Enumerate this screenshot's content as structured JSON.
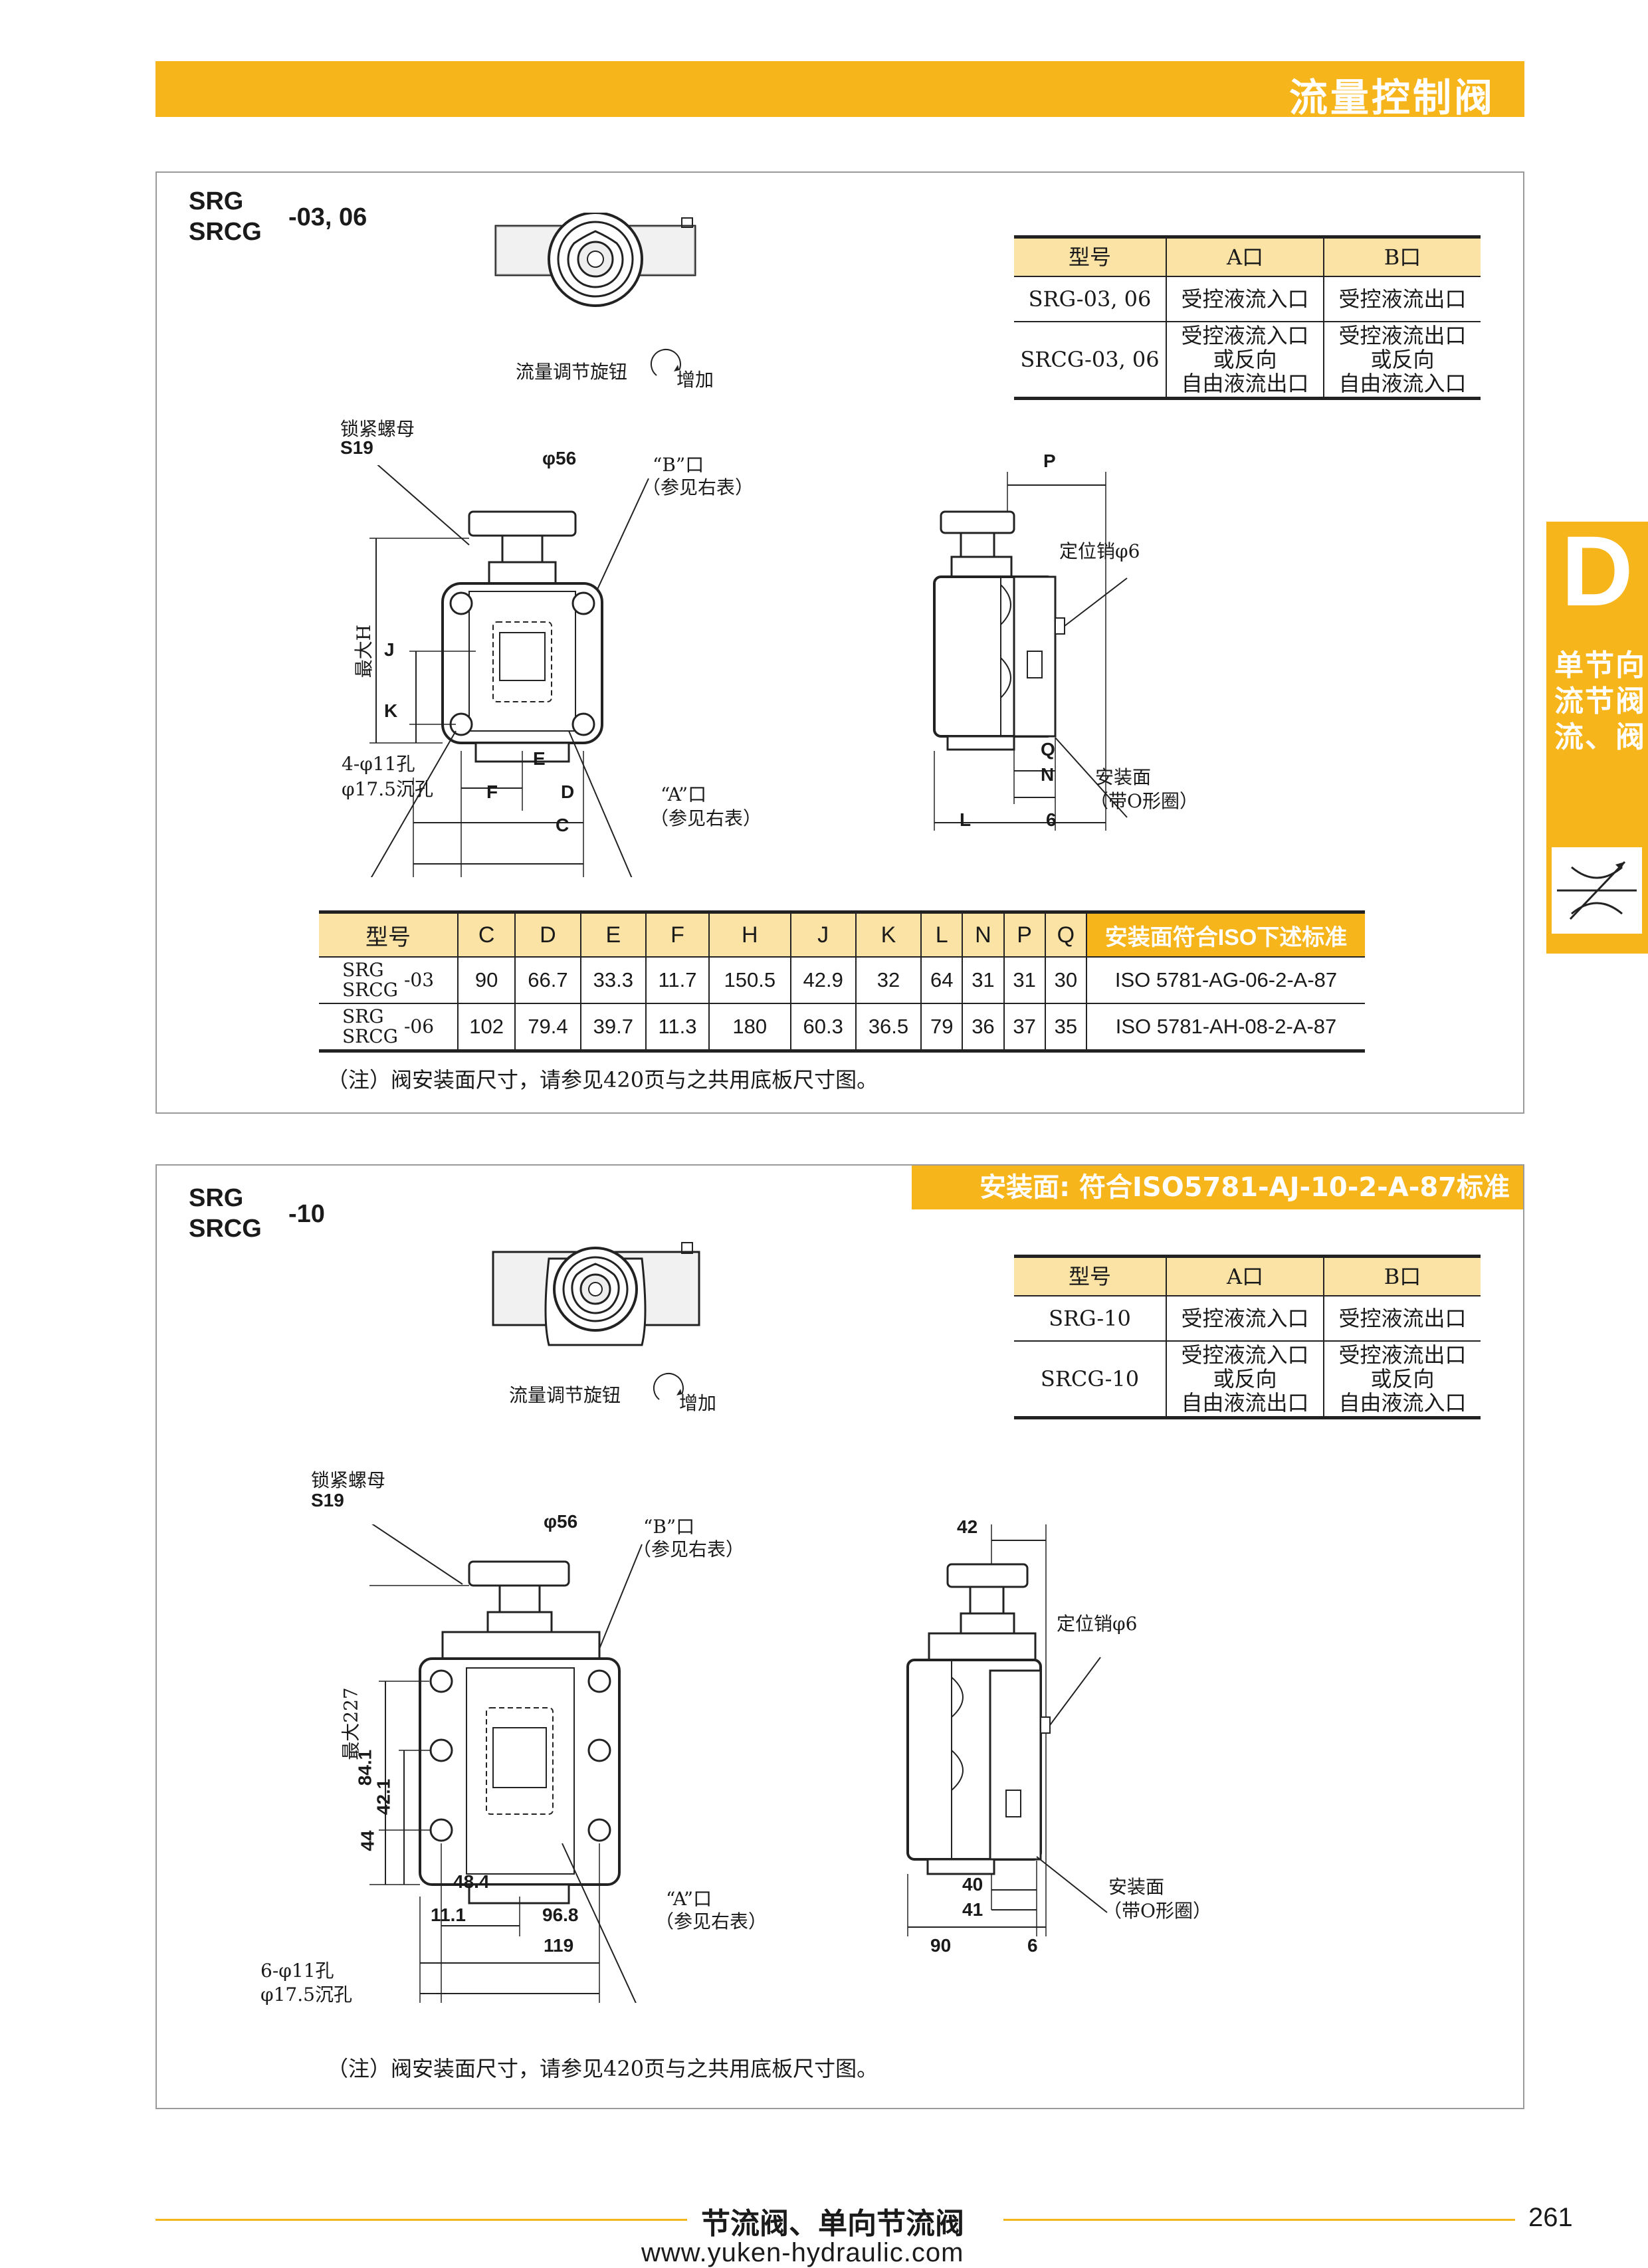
{
  "header": {
    "title": "流量控制阀"
  },
  "side_tab": {
    "letter": "D",
    "text": "单节向流节阀流、阀"
  },
  "section1": {
    "model_line1": "SRG",
    "model_line2": "SRCG",
    "suffix": "-03, 06",
    "knob_label": "流量调节旋钮",
    "increase_label": "增加",
    "lock_nut_label": "锁紧螺母",
    "lock_nut_size": "S19",
    "port_b": "“B”口",
    "port_b_ref": "（参见右表）",
    "port_a": "“A”口",
    "port_a_ref": "（参见右表）",
    "bolt_holes": "4-φ11孔",
    "counterbore": "φ17.5沉孔",
    "dia": "φ56",
    "max_h": "最大H",
    "pin_label": "定位销φ6",
    "mount_label": "安装面",
    "oring_label": "（带O形圈）",
    "dim_letters": {
      "J": "J",
      "K": "K",
      "E": "E",
      "F": "F",
      "D": "D",
      "C": "C",
      "P": "P",
      "Q": "Q",
      "N": "N",
      "L": "L",
      "six": "6"
    },
    "port_table": {
      "headers": [
        "型号",
        "A口",
        "B口"
      ],
      "rows": [
        {
          "model": "SRG-03, 06",
          "a": "受控液流入口",
          "b": "受控液流出口"
        },
        {
          "model": "SRCG-03, 06",
          "a1": "受控液流入口",
          "a2": "或反向",
          "a3": "自由液流出口",
          "b1": "受控液流出口",
          "b2": "或反向",
          "b3": "自由液流入口"
        }
      ]
    },
    "dim_table": {
      "headers": [
        "型号",
        "C",
        "D",
        "E",
        "F",
        "H",
        "J",
        "K",
        "L",
        "N",
        "P",
        "Q",
        "安装面符合ISO下述标准"
      ],
      "rows": [
        {
          "m1": "SRG",
          "m2": "SRCG",
          "sfx": "-03",
          "vals": [
            "90",
            "66.7",
            "33.3",
            "11.7",
            "150.5",
            "42.9",
            "32",
            "64",
            "31",
            "31",
            "30"
          ],
          "iso": "ISO 5781-AG-06-2-A-87"
        },
        {
          "m1": "SRG",
          "m2": "SRCG",
          "sfx": "-06",
          "vals": [
            "102",
            "79.4",
            "39.7",
            "11.3",
            "180",
            "60.3",
            "36.5",
            "79",
            "36",
            "37",
            "35"
          ],
          "iso": "ISO 5781-AH-08-2-A-87"
        }
      ]
    },
    "note": "（注）阀安装面尺寸，请参见420页与之共用底板尺寸图。"
  },
  "section2": {
    "model_line1": "SRG",
    "model_line2": "SRCG",
    "suffix": "-10",
    "iso_banner": "安装面: 符合ISO5781-AJ-10-2-A-87标准",
    "knob_label": "流量调节旋钮",
    "increase_label": "增加",
    "lock_nut_label": "锁紧螺母",
    "lock_nut_size": "S19",
    "port_b": "“B”口",
    "port_b_ref": "（参见右表）",
    "port_a": "“A”口",
    "port_a_ref": "（参见右表）",
    "bolt_holes": "6-φ11孔",
    "counterbore": "φ17.5沉孔",
    "dia": "φ56",
    "max_h": "最大227",
    "pin_label": "定位销φ6",
    "mount_label": "安装面",
    "oring_label": "（带O形圈）",
    "dims": {
      "d84": "84.1",
      "d42": "42.1",
      "d44": "44",
      "d48": "48.4",
      "d11": "11.1",
      "d96": "96.8",
      "d119": "119",
      "d42top": "42",
      "d40": "40",
      "d41": "41",
      "d90": "90",
      "d6": "6"
    },
    "port_table": {
      "headers": [
        "型号",
        "A口",
        "B口"
      ],
      "rows": [
        {
          "model": "SRG-10",
          "a": "受控液流入口",
          "b": "受控液流出口"
        },
        {
          "model": "SRCG-10",
          "a1": "受控液流入口",
          "a2": "或反向",
          "a3": "自由液流出口",
          "b1": "受控液流出口",
          "b2": "或反向",
          "b3": "自由液流入口"
        }
      ]
    },
    "note": "（注）阀安装面尺寸，请参见420页与之共用底板尺寸图。"
  },
  "footer": {
    "title": "节流阀、单向节流阀",
    "page": "261",
    "url": "www.yuken-hydraulic.com"
  }
}
